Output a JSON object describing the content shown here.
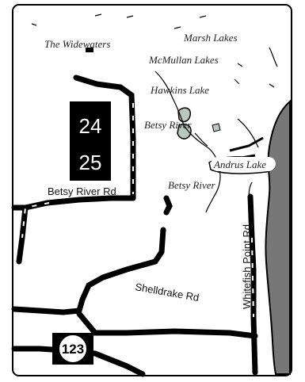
{
  "map": {
    "lakes": {
      "widewaters": "The Widewaters",
      "marsh": "Marsh Lakes",
      "mcmullan": "McMullan Lakes",
      "hawkins": "Hawkins Lake",
      "andrus": "Andrus Lake"
    },
    "rivers": {
      "betsy_upper": "Betsy River",
      "betsy_lower": "Betsy River"
    },
    "roads": {
      "betsy_river_rd": "Betsy River Rd",
      "shelldrake_rd": "Shelldrake Rd",
      "whitefish_point_rd": "Whitefish Point Rd"
    },
    "route_signs": {
      "sign_top": "24",
      "sign_bottom": "25",
      "route_123": "123"
    },
    "colors": {
      "water": "#777777",
      "lake_fill": "#b9c7bf",
      "road": "#000000",
      "frame": "#000000"
    }
  }
}
